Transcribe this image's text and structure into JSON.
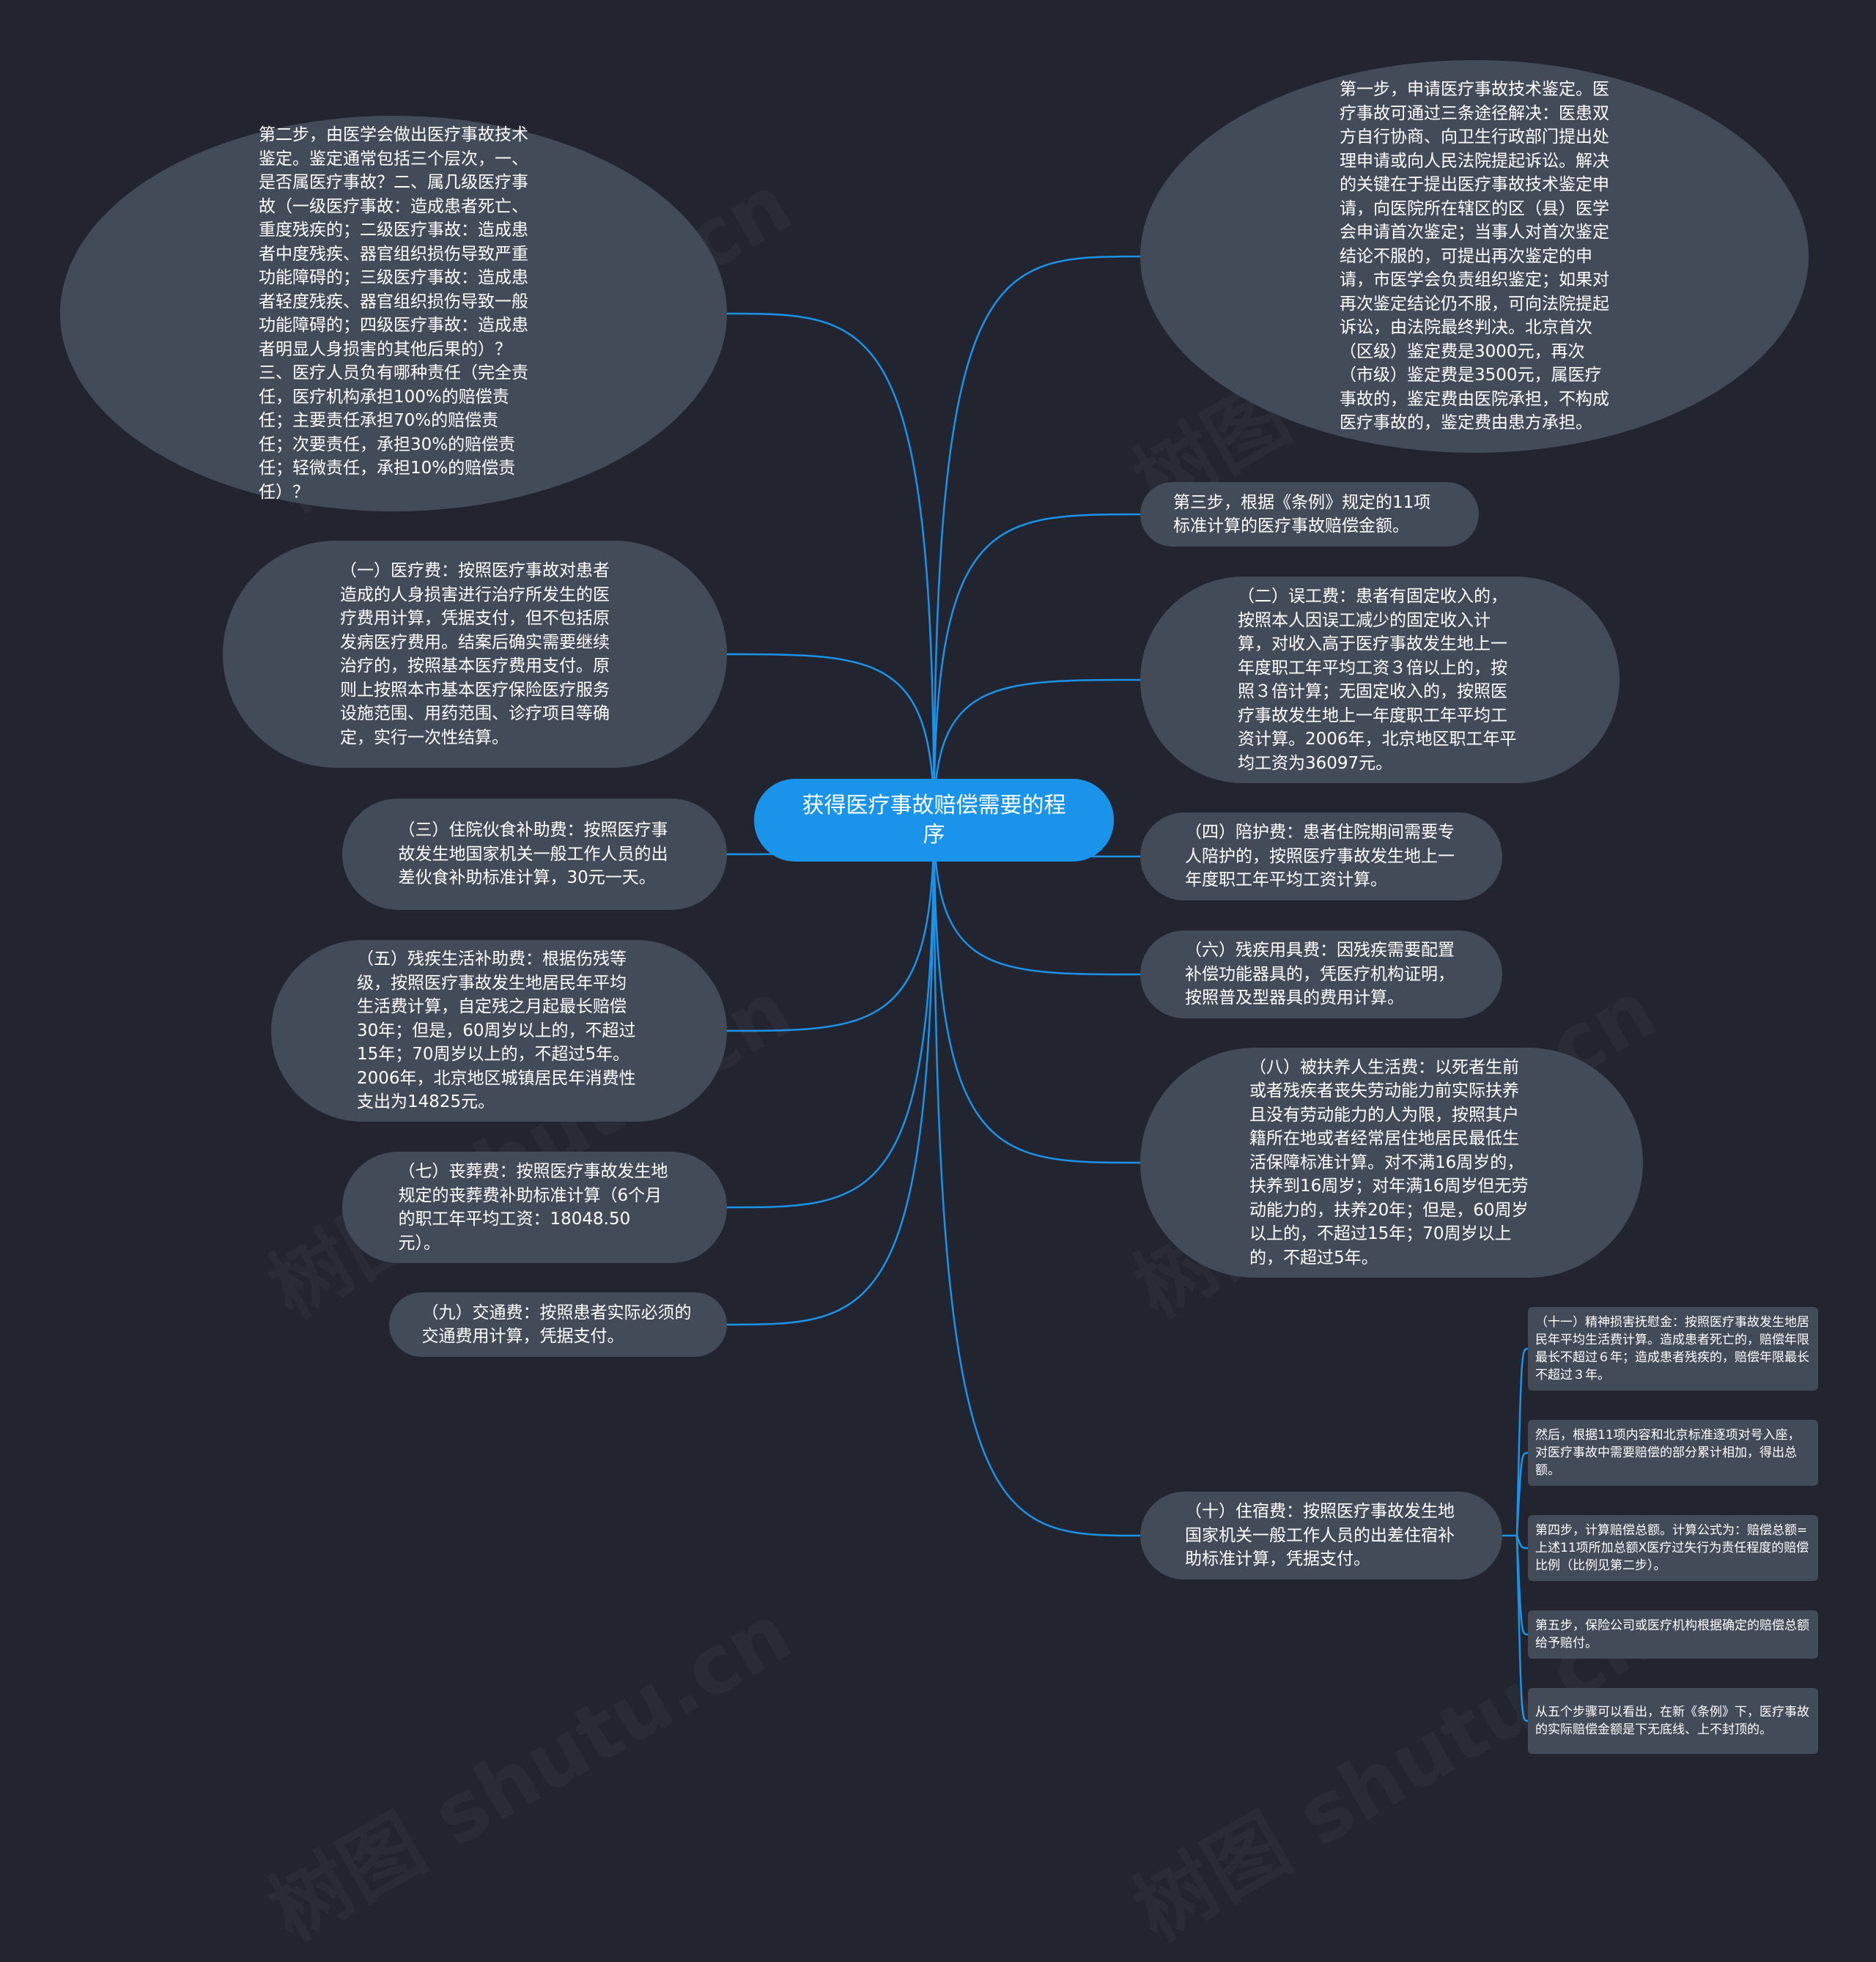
{
  "root": {
    "title": "获得医疗事故赔偿需要的程序"
  },
  "left": [
    {
      "id": "L1",
      "text": "第二步，由医学会做出医疗事故技术鉴定。鉴定通常包括三个层次，一、是否属医疗事故？二、属几级医疗事故（一级医疗事故：造成患者死亡、重度残疾的；二级医疗事故：造成患者中度残疾、器官组织损伤导致严重功能障碍的；三级医疗事故：造成患者轻度残疾、器官组织损伤导致一般功能障碍的；四级医疗事故：造成患者明显人身损害的其他后果的）？三、医疗人员负有哪种责任（完全责任，医疗机构承担100%的赔偿责任；主要责任承担70%的赔偿责任；次要责任，承担30%的赔偿责任；轻微责任，承担10%的赔偿责任）？"
    },
    {
      "id": "L2",
      "text": "（一）医疗费：按照医疗事故对患者造成的人身损害进行治疗所发生的医疗费用计算，凭据支付，但不包括原发病医疗费用。结案后确实需要继续治疗的，按照基本医疗费用支付。原则上按照本市基本医疗保险医疗服务设施范围、用药范围、诊疗项目等确定，实行一次性结算。"
    },
    {
      "id": "L3",
      "text": "（三）住院伙食补助费：按照医疗事故发生地国家机关一般工作人员的出差伙食补助标准计算，30元一天。"
    },
    {
      "id": "L4",
      "text": "（五）残疾生活补助费：根据伤残等级，按照医疗事故发生地居民年平均生活费计算，自定残之月起最长赔偿30年；但是，60周岁以上的，不超过15年；70周岁以上的，不超过5年。2006年，北京地区城镇居民年消费性支出为14825元。"
    },
    {
      "id": "L5",
      "text": "（七）丧葬费：按照医疗事故发生地规定的丧葬费补助标准计算（6个月的职工年平均工资：18048.50元）。"
    },
    {
      "id": "L6",
      "text": "（九）交通费：按照患者实际必须的交通费用计算，凭据支付。"
    }
  ],
  "right": [
    {
      "id": "R1",
      "text": "第一步，申请医疗事故技术鉴定。医疗事故可通过三条途径解决：医患双方自行协商、向卫生行政部门提出处理申请或向人民法院提起诉讼。解决的关键在于提出医疗事故技术鉴定申请，向医院所在辖区的区（县）医学会申请首次鉴定；当事人对首次鉴定结论不服的，可提出再次鉴定的申请，市医学会负责组织鉴定；如果对再次鉴定结论仍不服，可向法院提起诉讼，由法院最终判决。北京首次（区级）鉴定费是3000元，再次（市级）鉴定费是3500元，属医疗事故的，鉴定费由医院承担，不构成医疗事故的，鉴定费由患方承担。"
    },
    {
      "id": "R2",
      "text": "第三步，根据《条例》规定的11项标准计算的医疗事故赔偿金额。"
    },
    {
      "id": "R3",
      "text": "（二）误工费：患者有固定收入的，按照本人因误工减少的固定收入计算，对收入高于医疗事故发生地上一年度职工年平均工资３倍以上的，按照３倍计算；无固定收入的，按照医疗事故发生地上一年度职工年平均工资计算。2006年，北京地区职工年平均工资为36097元。"
    },
    {
      "id": "R4",
      "text": "（四）陪护费：患者住院期间需要专人陪护的，按照医疗事故发生地上一年度职工年平均工资计算。"
    },
    {
      "id": "R5",
      "text": "（六）残疾用具费：因残疾需要配置补偿功能器具的，凭医疗机构证明，按照普及型器具的费用计算。"
    },
    {
      "id": "R6",
      "text": "（八）被扶养人生活费：以死者生前或者残疾者丧失劳动能力前实际扶养且没有劳动能力的人为限，按照其户籍所在地或者经常居住地居民最低生活保障标准计算。对不满16周岁的，扶养到16周岁；对年满16周岁但无劳动能力的，扶养20年；但是，60周岁以上的，不超过15年；70周岁以上的，不超过5年。"
    },
    {
      "id": "R7",
      "text": "（十）住宿费：按照医疗事故发生地国家机关一般工作人员的出差住宿补助标准计算，凭据支付。"
    }
  ],
  "sub": [
    {
      "id": "S1",
      "text": "（十一）精神损害抚慰金：按照医疗事故发生地居民年平均生活费计算。造成患者死亡的，赔偿年限最长不超过６年；造成患者残疾的，赔偿年限最长不超过３年。"
    },
    {
      "id": "S2",
      "text": "然后，根据11项内容和北京标准逐项对号入座，对医疗事故中需要赔偿的部分累计相加，得出总额。"
    },
    {
      "id": "S3",
      "text": "第四步，计算赔偿总额。计算公式为：赔偿总额=上述11项所加总额X医疗过失行为责任程度的赔偿比例（比例见第二步）。"
    },
    {
      "id": "S4",
      "text": "第五步，保险公司或医疗机构根据确定的赔偿总额给予赔付。"
    },
    {
      "id": "S5",
      "text": "从五个步骤可以看出，在新《条例》下，医疗事故的实际赔偿金额是下无底线、上不封顶的。"
    }
  ],
  "colors": {
    "background": "#22252f",
    "node": "#434a58",
    "root": "#1a93eb",
    "link": "#1a93eb"
  }
}
